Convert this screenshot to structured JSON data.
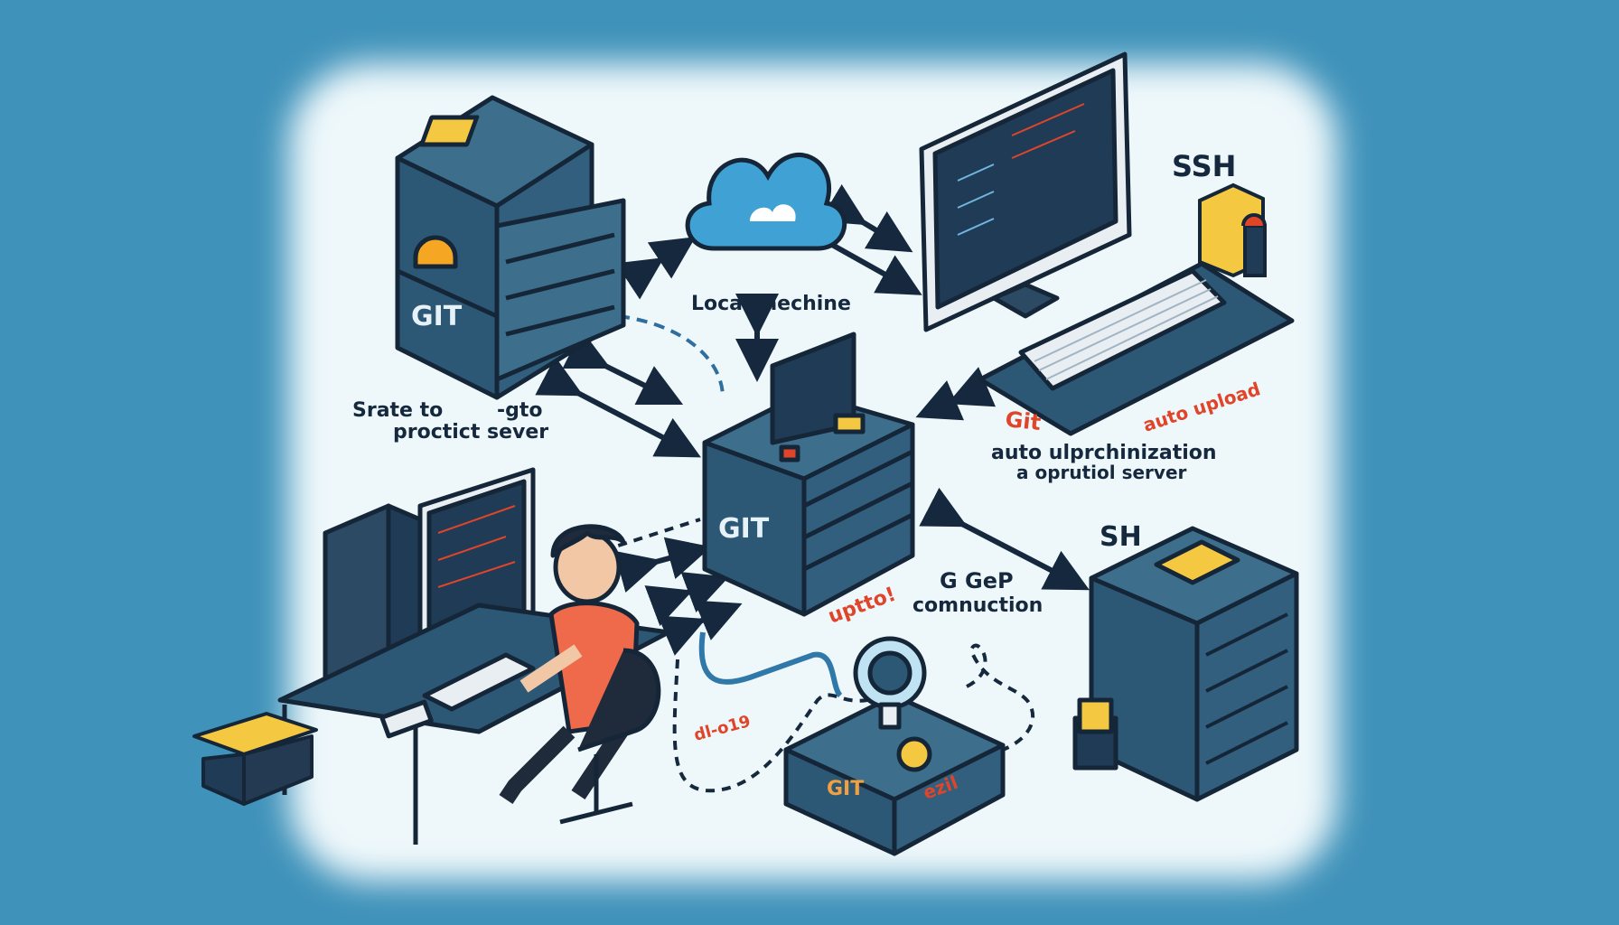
{
  "colors": {
    "background": "#3f92ba",
    "canvas": "#eef8fb",
    "device_dark": "#2c4a64",
    "device_mid": "#3d6f8c",
    "outline": "#142638",
    "accent_red": "#e0452a",
    "accent_yellow": "#f5c842",
    "shirt": "#ee6a4a"
  },
  "labels": {
    "local_machine": "Local mechine",
    "ssh_top": "SSH",
    "ssh_right": "SH",
    "git_server_left": "GIT",
    "git_server_center": "GIT",
    "left_caption_line1": "Srate to",
    "left_caption_line1b": "-gto",
    "left_caption_line2": "proctict sever",
    "git_red": "Git",
    "auto_upload": "auto upload",
    "right_caption_line1": "auto ulprchinization",
    "right_caption_line2": "a oprutiol server",
    "connection_line1": "G GeP",
    "connection_line2": "comnuction",
    "uptto": "uptto!",
    "dlog": "dl-o19",
    "git_bottom": "GIT",
    "bottom_scribble": "ezil"
  },
  "icons": [
    "cloud-icon",
    "git-server-icon",
    "monitor-icon",
    "keyboard-icon",
    "package-icon",
    "developer-person",
    "lightbulb-icon",
    "sync-arrows-icon"
  ]
}
